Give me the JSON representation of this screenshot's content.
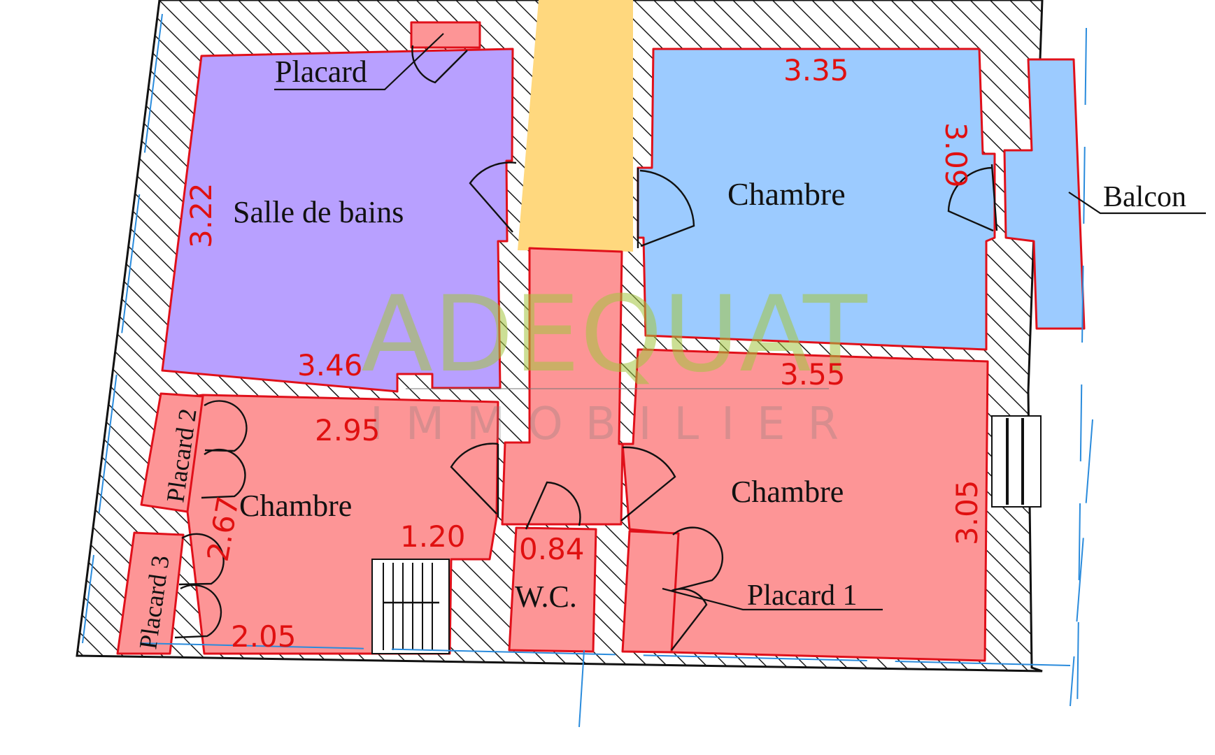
{
  "colors": {
    "bathroom": "#b8a0ff",
    "bedroom_blue": "#9ccbff",
    "red_zone": "#fd9596",
    "corridor_yellow": "#ffd87e",
    "room_outline": "#e0101a",
    "dimension_text": "#e01010",
    "guide_line": "#2a8bdc",
    "watermark_green": "#a4c640"
  },
  "labels": {
    "placard_top": "Placard",
    "salle_de_bains": "Salle de bains",
    "chambre_top_right": "Chambre",
    "balcon": "Balcon",
    "chambre_bottom_left": "Chambre",
    "chambre_bottom_right": "Chambre",
    "placard_2": "Placard 2",
    "placard_3": "Placard 3",
    "wc": "W.C.",
    "placard_1": "Placard 1"
  },
  "dimensions": {
    "bath_height": "3.22",
    "bath_width": "3.46",
    "blue_width": "3.35",
    "blue_height": "3.09",
    "red_right_width": "3.55",
    "red_right_height": "3.05",
    "red_left_width": "2.95",
    "red_left_height": "2.67",
    "red_left_inner": "1.20",
    "red_left_bottom": "2.05",
    "wc_width": "0.84"
  },
  "watermark": {
    "brand": "ADEQUAT",
    "subtitle": "IMMOBILIER"
  }
}
